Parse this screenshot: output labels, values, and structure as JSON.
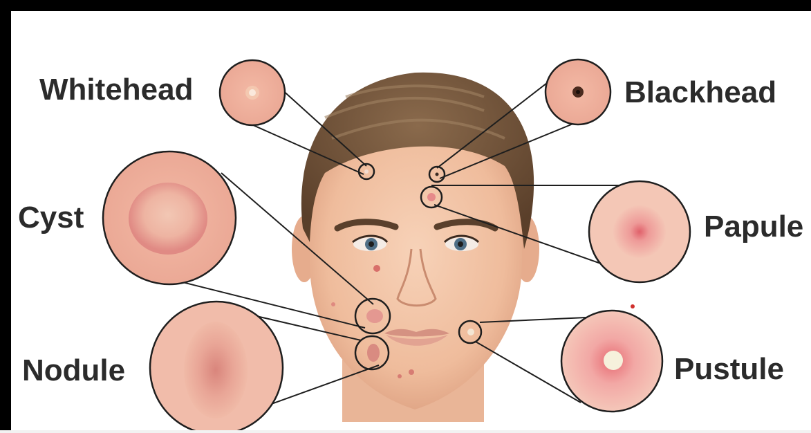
{
  "labels": {
    "whitehead": "Whitehead",
    "blackhead": "Blackhead",
    "cyst": "Cyst",
    "papule": "Papule",
    "nodule": "Nodule",
    "pustule": "Pustule"
  },
  "colors": {
    "frame": "#000000",
    "label_text": "#2b2b2b",
    "skin": "#f3c6a8",
    "hair": "#6e5238",
    "connector": "#1e1e1e"
  }
}
